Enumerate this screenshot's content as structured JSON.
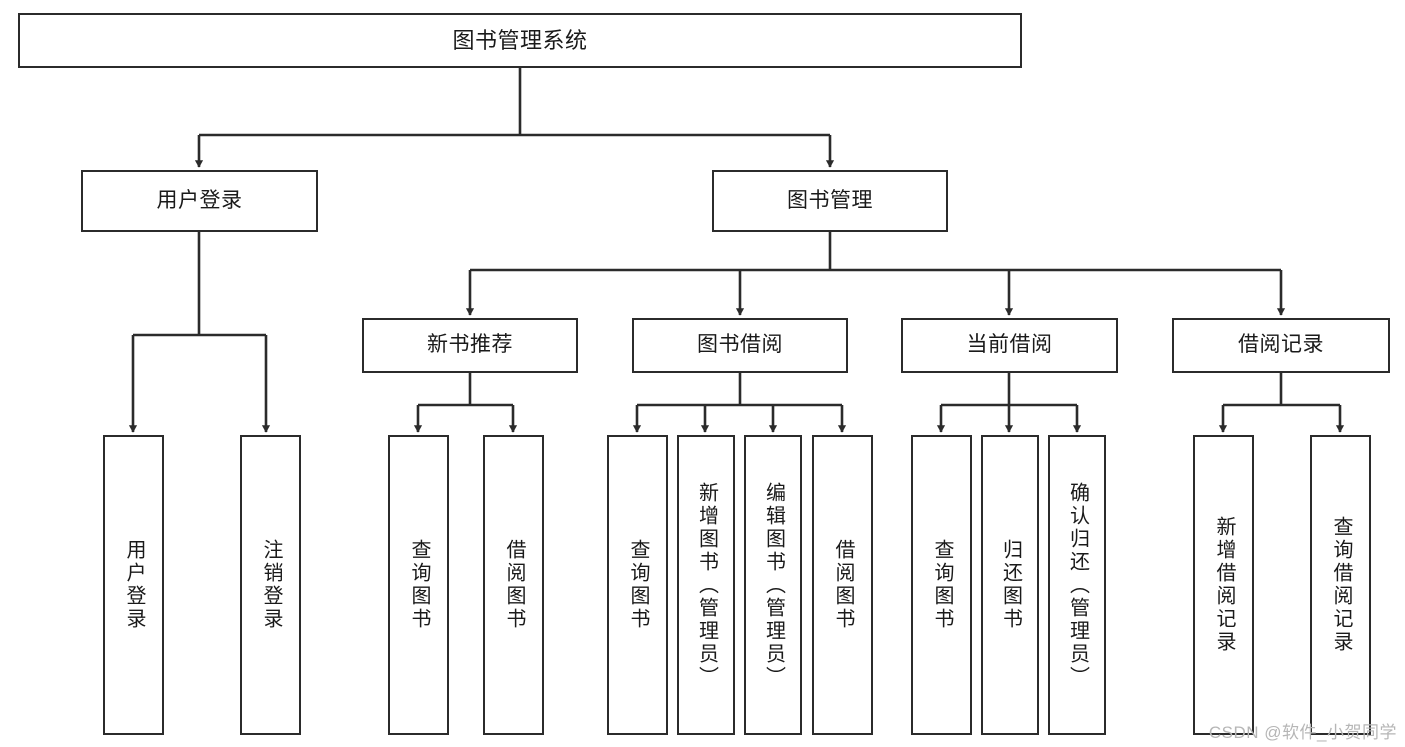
{
  "diagram": {
    "title": "图书管理系统",
    "watermark": "CSDN @软件_小贺同学",
    "colors": {
      "stroke": "#2b2b2b",
      "fill": "#ffffff",
      "text": "#1a1a1a",
      "watermark": "#b6b6b6"
    },
    "nodes": {
      "root": "图书管理系统",
      "level1": {
        "user_login": "用户登录",
        "book_manage": "图书管理"
      },
      "level2": {
        "new_book_rec": "新书推荐",
        "book_borrow": "图书借阅",
        "current_borrow": "当前借阅",
        "borrow_record": "借阅记录"
      },
      "leaves": {
        "user_login_1": "用户登录",
        "user_login_2": "注销登录",
        "new_book_rec_1": "查询图书",
        "new_book_rec_2": "借阅图书",
        "book_borrow_1": "查询图书",
        "book_borrow_2": "新增图书（管理员）",
        "book_borrow_3": "编辑图书（管理员）",
        "book_borrow_4": "借阅图书",
        "current_borrow_1": "查询图书",
        "current_borrow_2": "归还图书",
        "current_borrow_3": "确认归还（管理员）",
        "borrow_record_1": "新增借阅记录",
        "borrow_record_2": "查询借阅记录"
      }
    }
  }
}
